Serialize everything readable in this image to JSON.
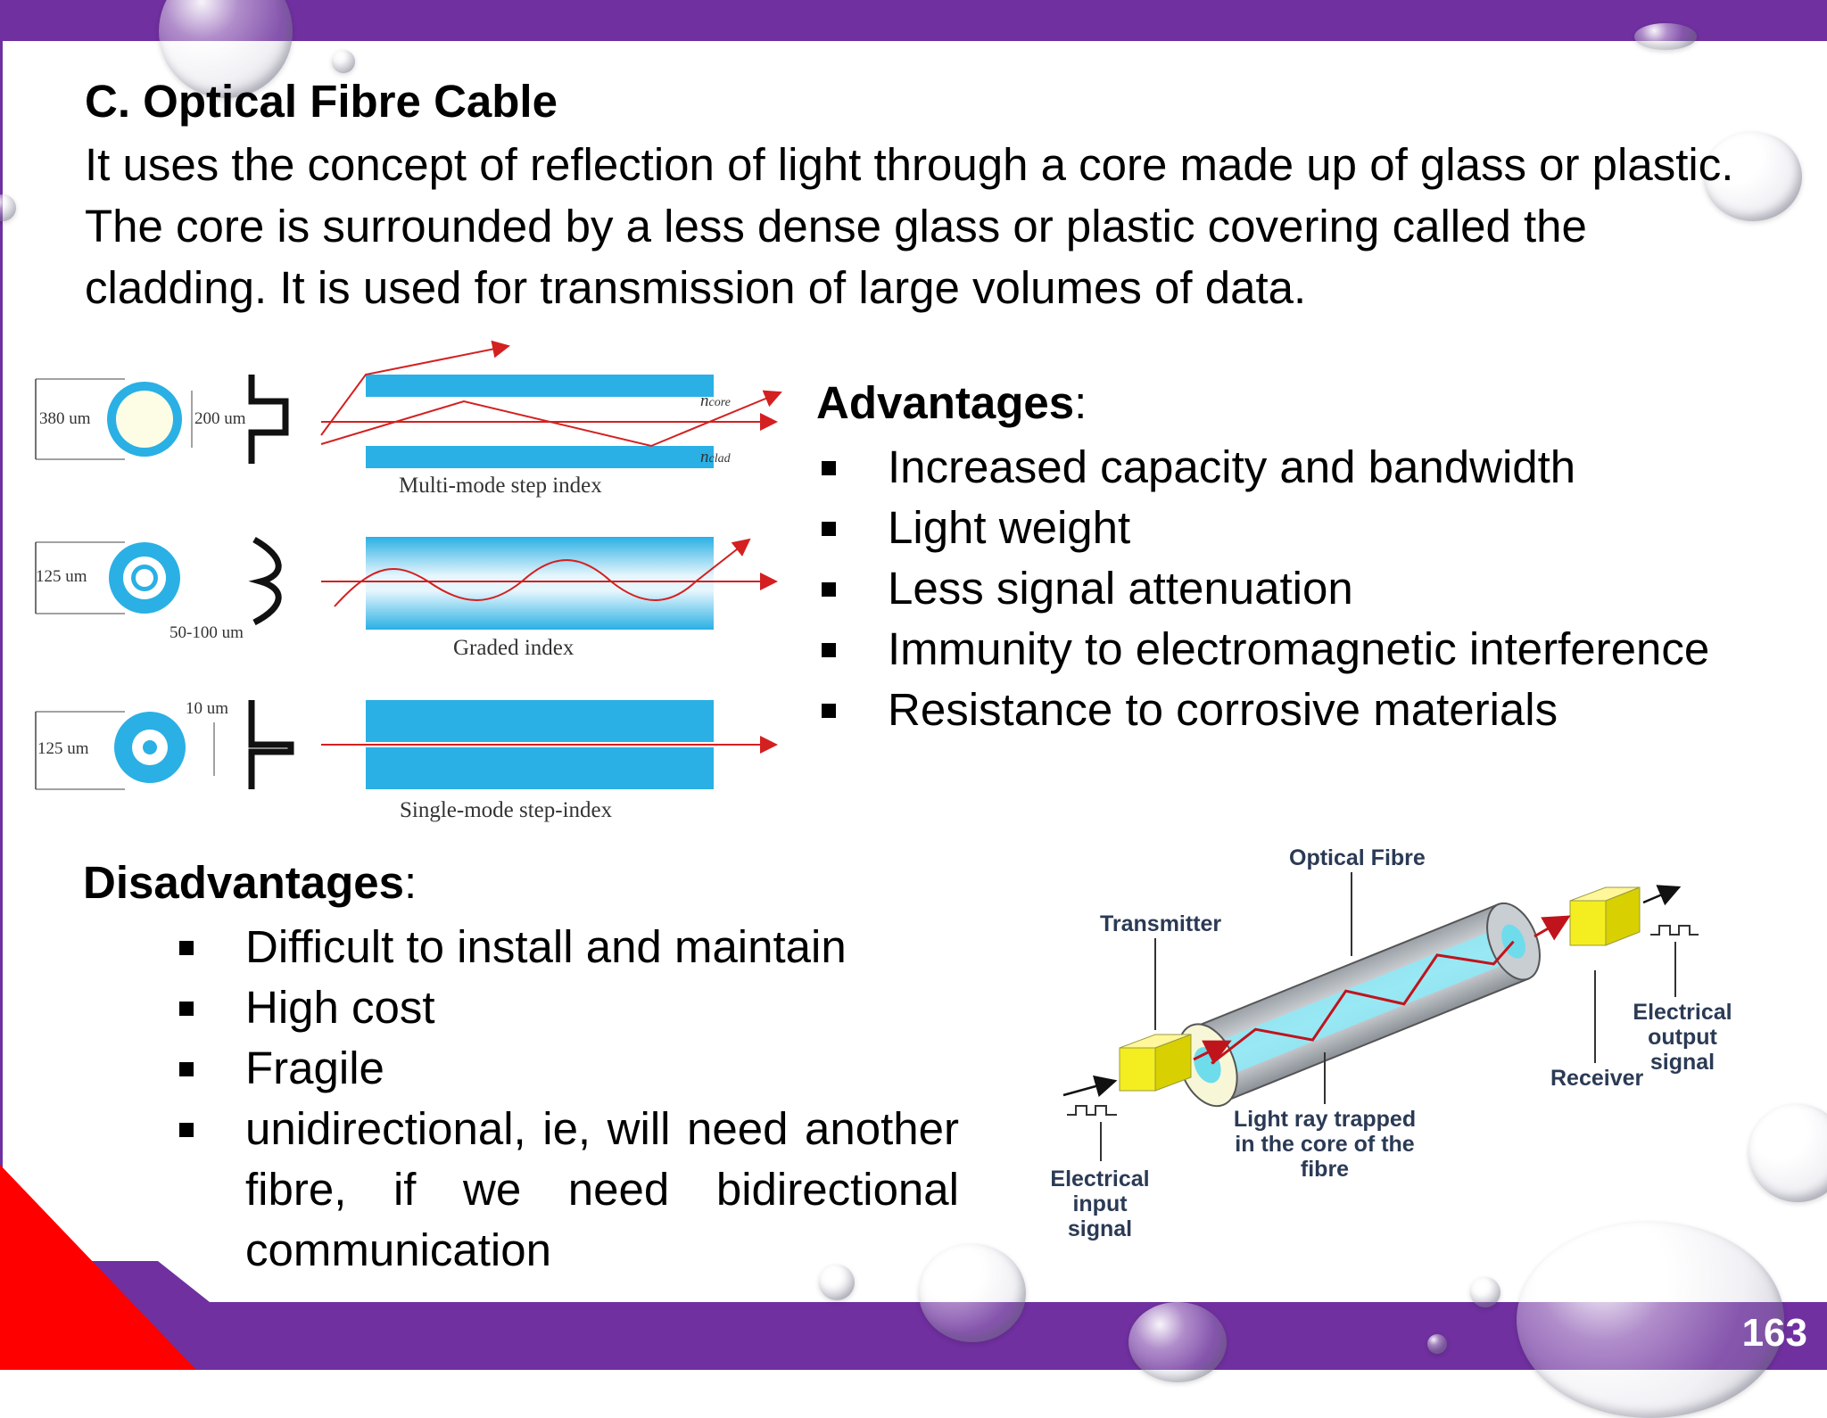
{
  "slide": {
    "title": "C. Optical Fibre Cable",
    "intro": "It uses the concept of reflection of light through a core made up of glass or plastic. The core is surrounded by a less dense glass or plastic covering called the cladding. It is used for transmission of large volumes of data.",
    "page_number": "163"
  },
  "advantages": {
    "heading": "Advantages",
    "items": [
      "Increased capacity and bandwidth",
      "Light weight",
      "Less signal attenuation",
      "Immunity to electromagnetic interference",
      "Resistance to corrosive materials"
    ]
  },
  "disadvantages": {
    "heading": "Disadvantages",
    "items": [
      "Difficult to install and maintain",
      "High cost",
      "Fragile",
      "unidirectional, ie, will need another fibre, if we need bidirectional communication"
    ]
  },
  "fibre_types_figure": {
    "rows": [
      {
        "outer_dim": "380 um",
        "core_dim": "200 um",
        "caption": "Multi-mode step index",
        "n_core": "n",
        "n_core_sub": "core",
        "n_clad": "n",
        "n_clad_sub": "clad"
      },
      {
        "outer_dim": "125 um",
        "core_dim": "50-100 um",
        "caption": "Graded index"
      },
      {
        "outer_dim": "125 um",
        "core_dim": "10 um",
        "caption": "Single-mode step-index"
      }
    ]
  },
  "system_figure": {
    "optical_fibre": "Optical Fibre",
    "transmitter": "Transmitter",
    "receiver": "Receiver",
    "light_ray": [
      "Light ray trapped",
      "in the core of the",
      "fibre"
    ],
    "electrical_input": [
      "Electrical",
      "input",
      "signal"
    ],
    "electrical_output": [
      "Electrical",
      "output",
      "signal"
    ]
  },
  "colors": {
    "accent_purple": "#7030a0",
    "corner_red": "#ff0000",
    "fibre_cyan": "#2ab0e4",
    "ray_red": "#d42020"
  }
}
